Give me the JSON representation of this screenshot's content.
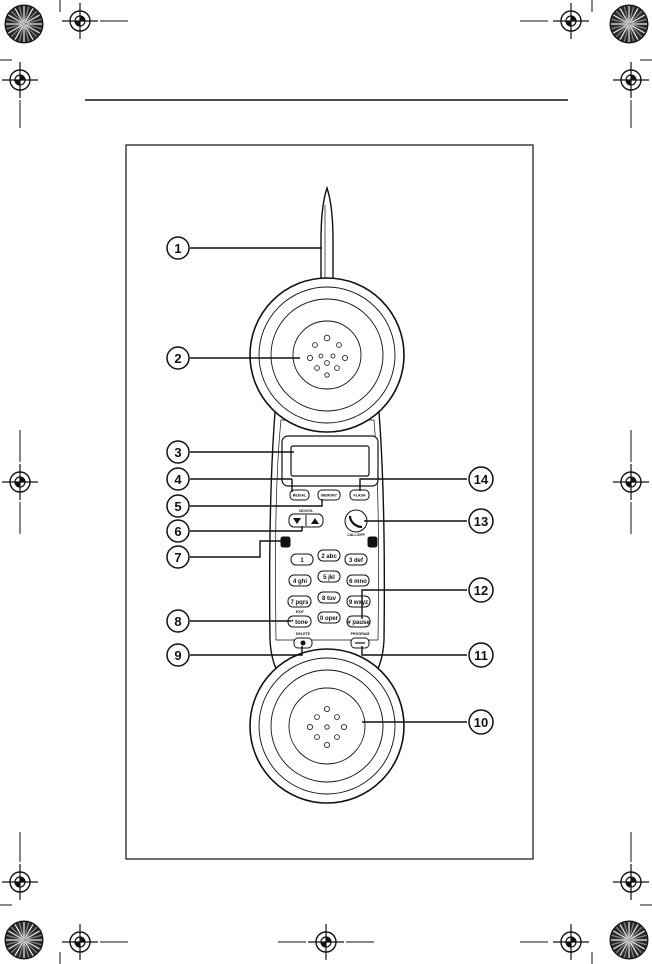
{
  "figure": {
    "callouts": [
      "1",
      "2",
      "3",
      "4",
      "5",
      "6",
      "7",
      "8",
      "9",
      "10",
      "11",
      "12",
      "13",
      "14"
    ],
    "handset": {
      "buttons": {
        "redial": "REDIAL",
        "memory": "MEMORY",
        "flash": "FLASH",
        "talk": "CALL/OFF",
        "keypad": [
          "1",
          "2 abc",
          "3 def",
          "4 ghi",
          "5 jkl",
          "6 mno",
          "7 pqrs",
          "8 tuv",
          "9 wxyz",
          "* tone",
          "0 oper",
          "# pause"
        ],
        "delete_label": "DELETE",
        "program_label": "PROGRAM",
        "exit_label": "EXIT",
        "volume_label": "CID/VOL"
      }
    }
  }
}
